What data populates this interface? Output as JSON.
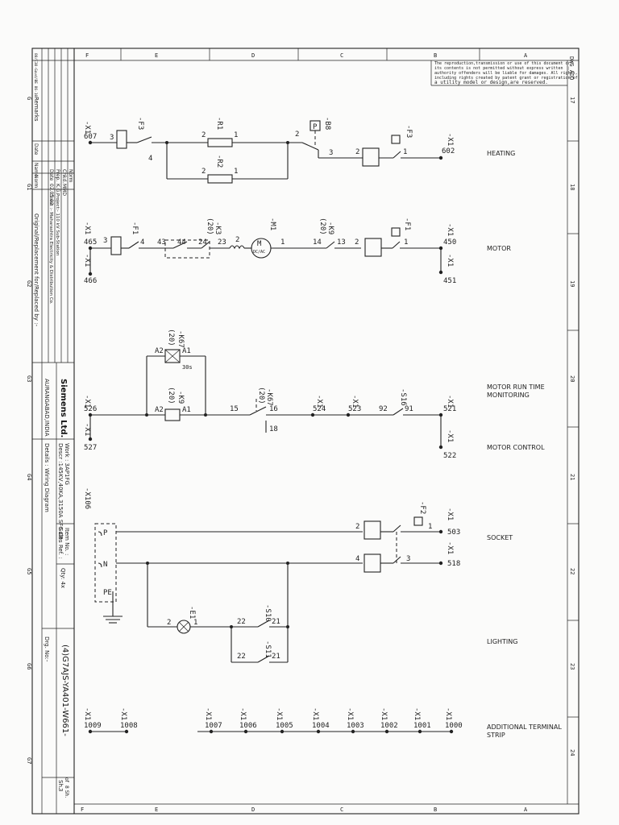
{
  "notice": {
    "line1": "The reproduction,transmission or use of this document or",
    "line2": "its contents is not permitted without express written",
    "line3": "authority offenders will be liable for damages. All rights,",
    "line4": "including rights created by patent grant or registration of",
    "line5": "a utility model or design,are reserved."
  },
  "sheet_code": "DWG_ADD",
  "top_left_code": "80/C30-Gavd/BE 86-10",
  "columns_top": [
    "F",
    "E",
    "D",
    "C",
    "B",
    "A"
  ],
  "rows_right": [
    "17",
    "18",
    "19",
    "20",
    "21",
    "22",
    "23",
    "24"
  ],
  "rows_left": [
    "G",
    "G1",
    "G2",
    "G3",
    "G4",
    "G5",
    "G6",
    "G7"
  ],
  "title_block": {
    "remarks": "Remarks",
    "revision_cols": [
      "Date",
      "Name",
      "Norm"
    ],
    "date_label": "Date",
    "date_value": "02.05.02",
    "prep_label": "Prep.",
    "prep_value": "K.G.",
    "chkd_label": "Chkd.",
    "chkd_value": "MMD",
    "norm_label": "Norm",
    "original_line": "Original/Replacement for/Replaced by :-",
    "client_line1": "Client :- Maharashtra Electricity & Distribution Co.",
    "client_line2": "Project:- 110 kV Sub-Station",
    "company": "Siemens Ltd.",
    "city": "AURANGABAD,INDIA",
    "descr": "Descr :145KV,40KA,3150A SF6 CB.",
    "work": "Work : 3AP1FG",
    "details": "Details : Wiring Diagram",
    "sales_ref": "Sales Ref. :",
    "item_no": "Item No. :",
    "qty": "Qty: 4x",
    "drg_no": "Drg. No:-",
    "drg_value": "(4)G7AJS-YA401-W661-",
    "sh_label": "Sh.",
    "sh_value": "3",
    "of_label": "of",
    "of_value": "8 Sh."
  },
  "labels": {
    "heating": "HEATING",
    "motor": "MOTOR",
    "motor_run_1": "MOTOR RUN TIME",
    "motor_run_2": "MONITORING",
    "motor_control": "MOTOR CONTROL",
    "socket": "SOCKET",
    "lighting": "LIGHTING",
    "terminal_1": "ADDITIONAL TERMINAL",
    "terminal_2": "STRIP"
  },
  "heating": {
    "x1_left": "-X1",
    "t_left": "607",
    "f3": "-F3",
    "f3_p3": "3",
    "f3_p4": "4",
    "r1": "-R1",
    "r1_p2": "2",
    "r1_p1": "1",
    "r2": "-R2",
    "r2_p2": "2",
    "r2_p1": "1",
    "b8": "-B8",
    "b8_p": "P",
    "b8_p2": "2",
    "b8_p3": "3",
    "f3b": "-F3",
    "f3b_p2": "2",
    "f3b_p1": "1",
    "x1_right": "-X1",
    "t_right": "602"
  },
  "motor": {
    "x1_a": "-X1",
    "t_a": "465",
    "x1_b": "-X1",
    "t_b": "466",
    "f1": "-F1",
    "f1_p3": "3",
    "f1_p4": "4",
    "k3": "-K3",
    "k3_n": "(20)",
    "k3_p43": "43",
    "k3_p44": "44",
    "k3_p24": "24",
    "k3_p23": "23",
    "m1": "-M1",
    "m_sym": "M",
    "m_dc": "DC/AC",
    "m_p2": "2",
    "m_p1": "1",
    "k9": "-K9",
    "k9_n": "(20)",
    "k9_p14": "14",
    "k9_p13": "13",
    "f1b": "-F1",
    "f1b_p2": "2",
    "f1b_p1": "1",
    "x1_c": "-X1",
    "t_c": "450",
    "x1_d": "-X1",
    "t_d": "451"
  },
  "run": {
    "k67": "-K67",
    "k67_n": "(20)",
    "a2": "A2",
    "a1": "A1",
    "k67_v": "30s",
    "k9": "-K9",
    "k9_n": "(20)",
    "a2b": "A2",
    "a1b": "A1",
    "k67c": "-K67",
    "k67c_n": "(20)",
    "p15": "15",
    "p16": "16",
    "p18": "18",
    "x1_a": "-X1",
    "t_a": "526",
    "x1_b": "-X1",
    "t_b": "527",
    "x1_524": "-X1",
    "t_524": "524",
    "x1_523": "-X1",
    "t_523": "523",
    "s16": "-S16",
    "s16_92": "92",
    "s16_91": "91",
    "x1_521": "-X1",
    "t_521": "521",
    "x1_522": "-X1",
    "t_522": "522"
  },
  "socket": {
    "x106": "-X106",
    "p": "P",
    "n": "N",
    "pe": "PE",
    "f2": "-F2",
    "f2_p2": "2",
    "f2_p1": "1",
    "f2_p4": "4",
    "f2_p3": "3",
    "x1_503": "-X1",
    "t_503": "503",
    "x1_518": "-X1",
    "t_518": "518"
  },
  "lighting": {
    "e1": "-E1",
    "e1_p2": "2",
    "e1_p1": "1",
    "s10": "-S10",
    "s10_22": "22",
    "s10_21": "21",
    "s11": "-S11",
    "s11_22": "22",
    "s11_21": "21"
  },
  "strip": {
    "items": [
      {
        "label": "-X1",
        "num": "1009"
      },
      {
        "label": "-X1",
        "num": "1008"
      },
      {
        "label": "-X1",
        "num": "1007"
      },
      {
        "label": "-X1",
        "num": "1006"
      },
      {
        "label": "-X1",
        "num": "1005"
      },
      {
        "label": "-X1",
        "num": "1004"
      },
      {
        "label": "-X1",
        "num": "1003"
      },
      {
        "label": "-X1",
        "num": "1002"
      },
      {
        "label": "-X1",
        "num": "1001"
      },
      {
        "label": "-X1",
        "num": "1000"
      }
    ]
  }
}
